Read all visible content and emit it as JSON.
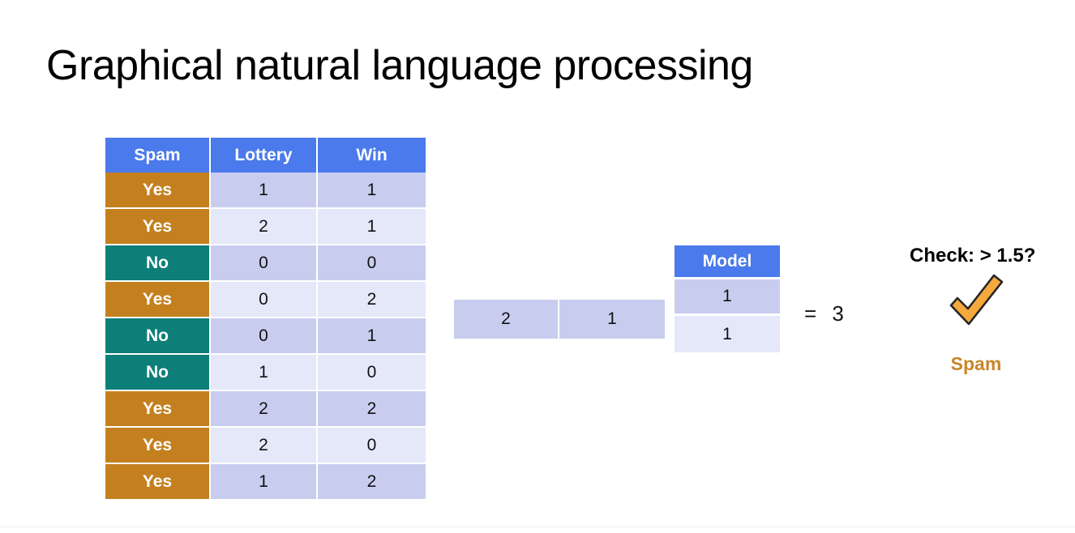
{
  "slide": {
    "title": "Graphical natural language processing",
    "background_color": "#ffffff"
  },
  "colors": {
    "header_blue": "#4a7aeb",
    "label_yes_orange": "#c4801f",
    "label_no_teal": "#0d7f78",
    "cell_dark": "#c8cdf0",
    "cell_light": "#e5e8f9",
    "check_orange": "#f5a93c",
    "verdict_orange": "#c8862a",
    "text_black": "#111111"
  },
  "dataset_table": {
    "headers": [
      "Spam",
      "Lottery",
      "Win"
    ],
    "rows": [
      {
        "spam": "Yes",
        "lottery": "1",
        "win": "1"
      },
      {
        "spam": "Yes",
        "lottery": "2",
        "win": "1"
      },
      {
        "spam": "No",
        "lottery": "0",
        "win": "0"
      },
      {
        "spam": "Yes",
        "lottery": "0",
        "win": "2"
      },
      {
        "spam": "No",
        "lottery": "0",
        "win": "1"
      },
      {
        "spam": "No",
        "lottery": "1",
        "win": "0"
      },
      {
        "spam": "Yes",
        "lottery": "2",
        "win": "2"
      },
      {
        "spam": "Yes",
        "lottery": "2",
        "win": "0"
      },
      {
        "spam": "Yes",
        "lottery": "1",
        "win": "2"
      }
    ]
  },
  "input_vector": {
    "cells": [
      "2",
      "1"
    ]
  },
  "model_column": {
    "header": "Model",
    "cells": [
      "1",
      "1"
    ]
  },
  "result": {
    "expression": "=  3",
    "value": "3"
  },
  "check": {
    "label": "Check: > 1.5?",
    "threshold": "1.5",
    "icon": "check-mark-icon",
    "verdict": "Spam"
  }
}
